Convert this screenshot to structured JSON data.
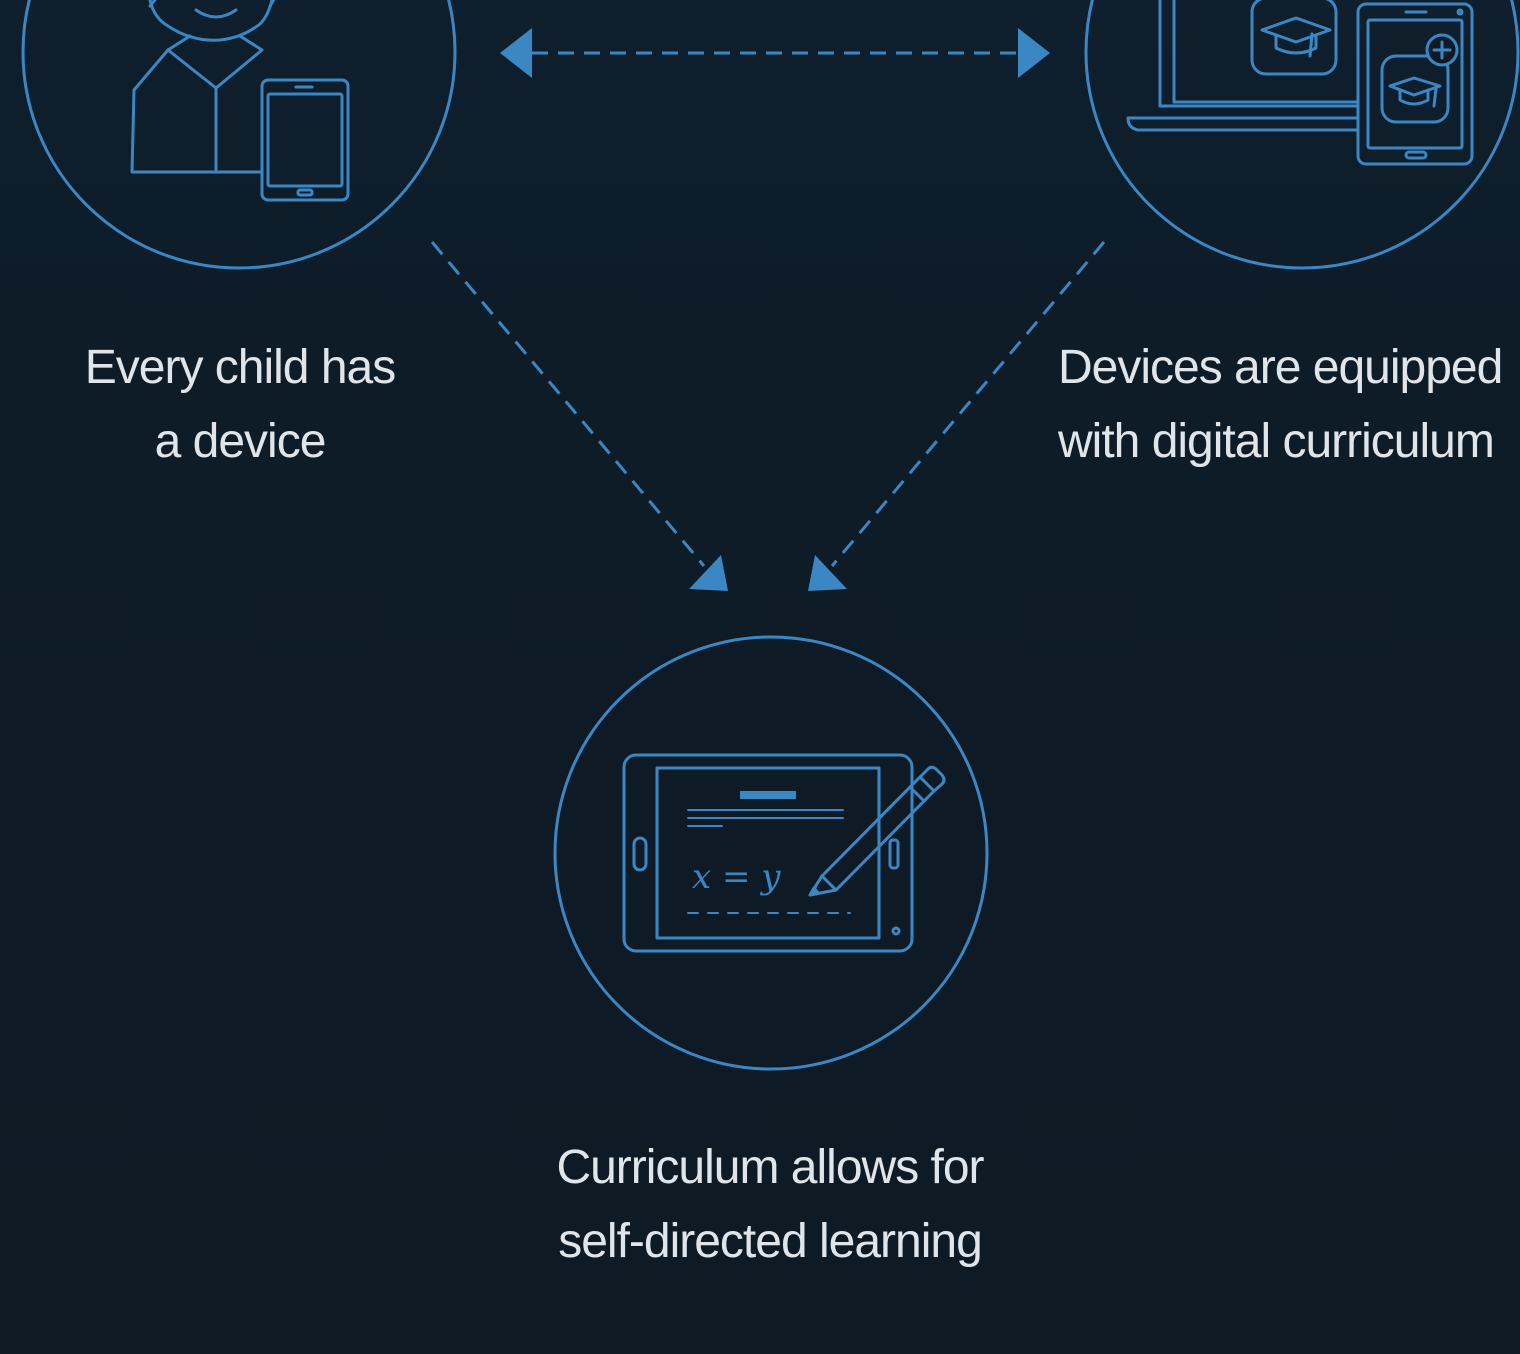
{
  "colors": {
    "background": "#0e1b26",
    "accent": "#3b87c4",
    "text": "#e0e5ea"
  },
  "nodes": {
    "child_device": {
      "icon": "child-with-tablet-icon",
      "line1": "Every child has",
      "line2": "a device"
    },
    "digital_curriculum": {
      "icon": "laptop-tablet-graduation-cap-icon",
      "line1": "Devices are equipped",
      "line2": "with digital curriculum"
    },
    "self_directed": {
      "icon": "tablet-with-stylus-icon",
      "line1": "Curriculum allows for",
      "line2": "self-directed learning",
      "equation": "x = y"
    }
  }
}
